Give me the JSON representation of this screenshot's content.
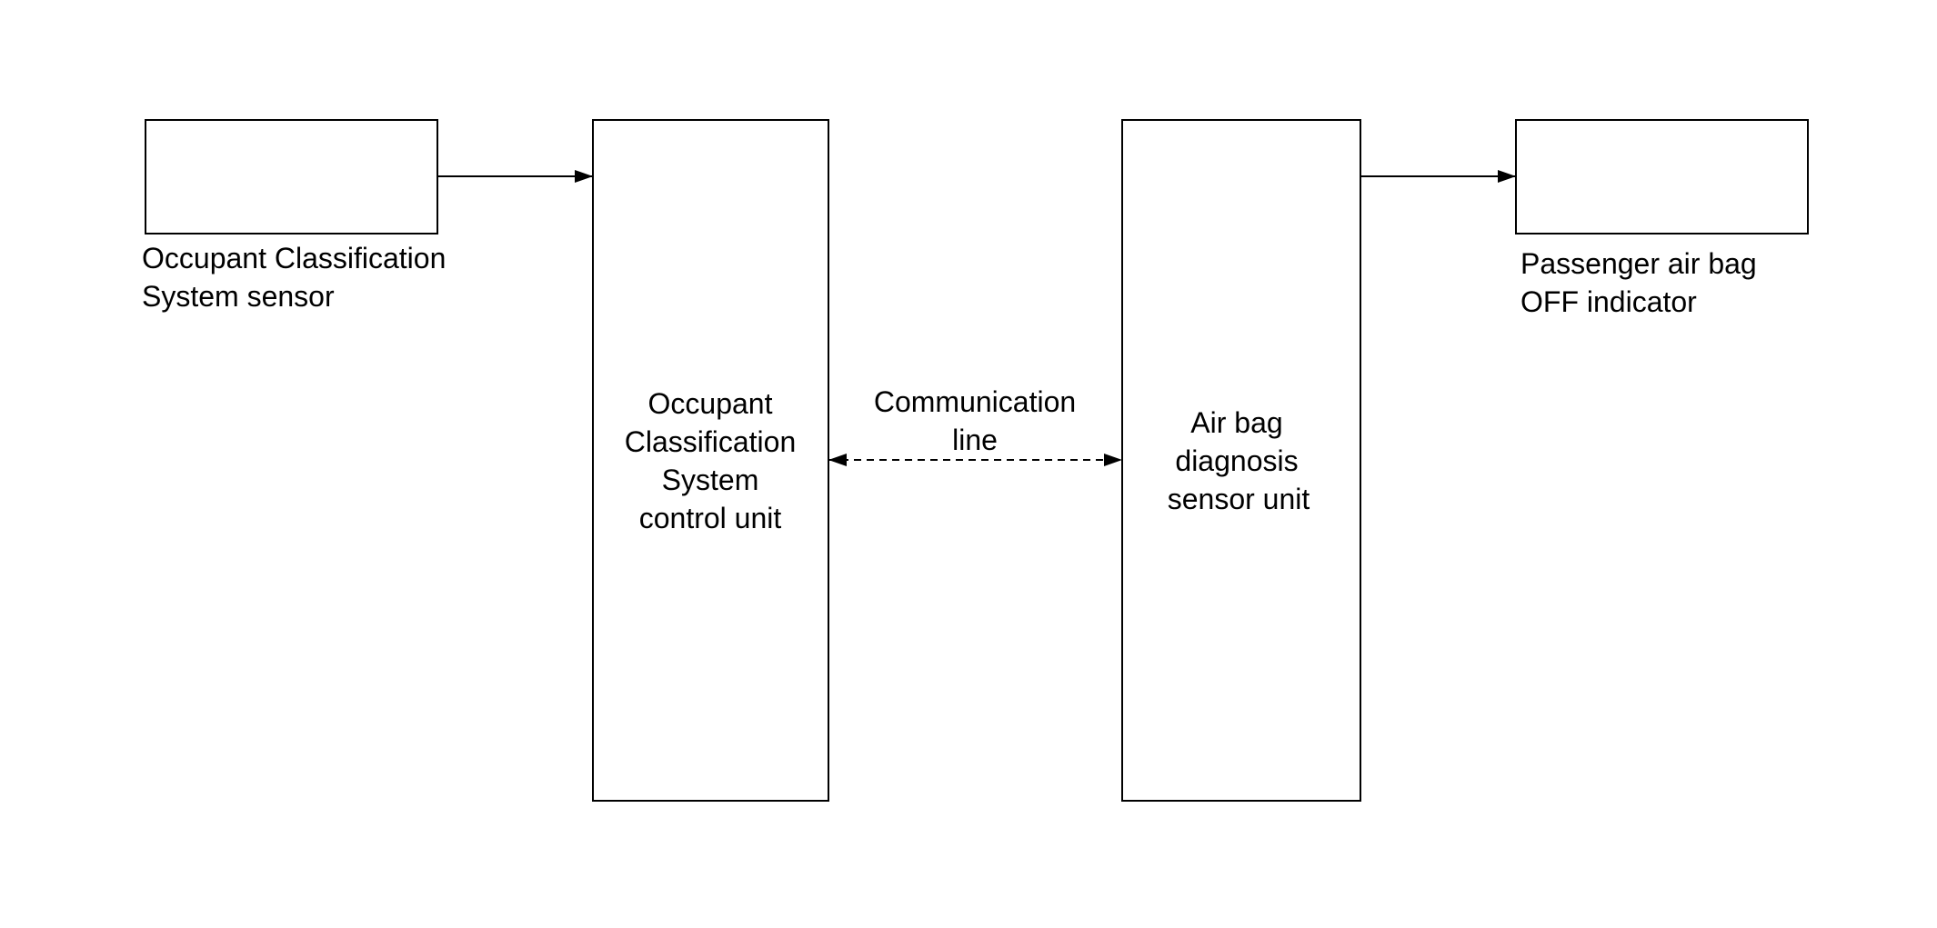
{
  "colors": {
    "background": "#ffffff",
    "stroke": "#000000"
  },
  "blocks": {
    "ocs_sensor": {
      "label_line1": "Occupant Classification",
      "label_line2": "System sensor"
    },
    "ocs_control_unit": {
      "label_line1": "Occupant",
      "label_line2": "Classification",
      "label_line3": "System",
      "label_line4": "control unit"
    },
    "airbag_diagnosis_sensor_unit": {
      "label_line1": "Air bag",
      "label_line2": "diagnosis",
      "label_line3": "sensor unit"
    },
    "passenger_airbag_off_indicator": {
      "label_line1": "Passenger air bag",
      "label_line2": "OFF indicator"
    }
  },
  "connections": {
    "communication_line": {
      "label_line1": "Communication",
      "label_line2": "line",
      "style": "dashed",
      "direction": "bidirectional"
    }
  }
}
